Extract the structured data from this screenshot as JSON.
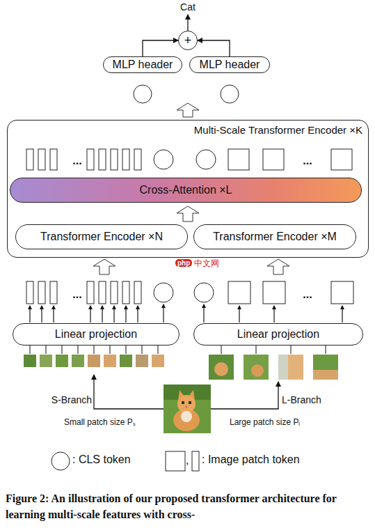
{
  "diagram": {
    "caption": "Figure 2: An illustration of our proposed transformer architecture for learning multi-scale features with cross-",
    "nodes": [
      {
        "text": [
          "+"
        ]
      },
      {
        "text": [
          "MLP header"
        ]
      },
      {
        "text": [
          "MLP header"
        ]
      },
      {
        "text": [
          "Multi-Scale Transformer Encoder ×K"
        ]
      },
      {
        "text": [
          "Cross-Attention ×L"
        ],
        "in": 3
      },
      {
        "text": [
          "Transformer Encoder ×N"
        ],
        "in": 3
      },
      {
        "text": [
          "Transformer Encoder ×M"
        ],
        "in": 3
      },
      {
        "text": [
          "Linear projection"
        ]
      },
      {
        "text": [
          "Linear projection"
        ]
      }
    ],
    "edges": [
      {
        "from": 1,
        "to": 0,
        "arrow": "to"
      },
      {
        "from": 2,
        "to": 0,
        "arrow": "to"
      }
    ],
    "labels": [
      "Cat",
      "...",
      "...",
      "php",
      "中文网",
      "...",
      "...",
      "S-Branch",
      "L-Branch",
      "Small patch size Pₛ",
      "Large patch size Pₗ",
      ","
    ],
    "legend": [
      {
        "text": ": CLS token"
      },
      {
        "text": ": Image patch token"
      }
    ]
  }
}
